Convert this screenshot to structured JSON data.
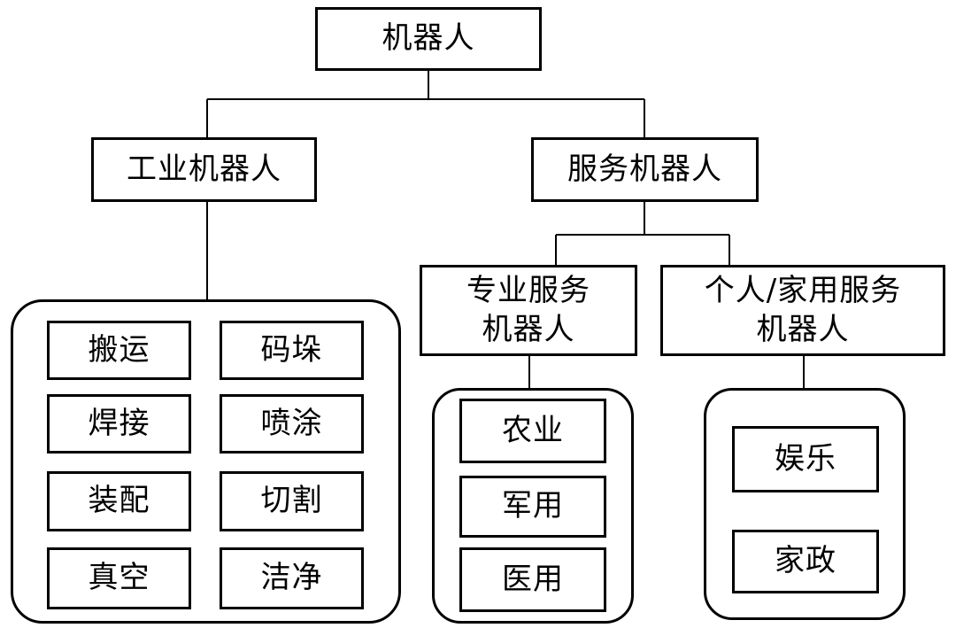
{
  "root": {
    "label": "机器人"
  },
  "industrial": {
    "label": "工业机器人",
    "items": [
      "搬运",
      "码垛",
      "焊接",
      "喷涂",
      "装配",
      "切割",
      "真空",
      "洁净"
    ]
  },
  "service": {
    "label": "服务机器人",
    "professional": {
      "line1": "专业服务",
      "line2": "机器人",
      "items": [
        "农业",
        "军用",
        "医用"
      ]
    },
    "personal": {
      "line1": "个人/家用服务",
      "line2": "机器人",
      "items": [
        "娱乐",
        "家政"
      ]
    }
  }
}
